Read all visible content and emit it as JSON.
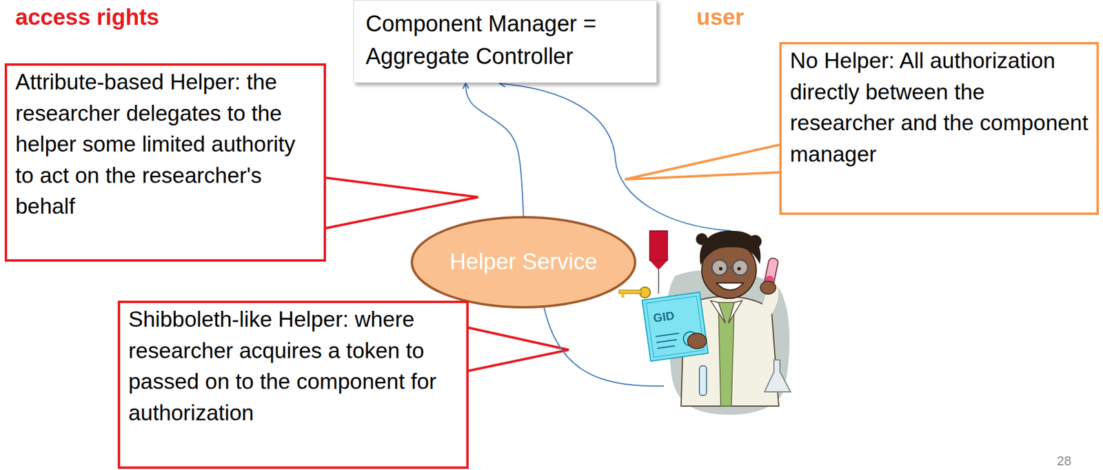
{
  "diagram": {
    "nodes": [
      {
        "text": [
          "Component Manager = Aggregate Controller"
        ]
      },
      {
        "text": [
          "Attribute-based Helper: the researcher delegates to the helper some limited authority to act on the researcher's behalf"
        ]
      },
      {
        "text": [
          "No Helper: All authorization directly between the researcher and the component manager"
        ]
      },
      {
        "text": [
          "Helper Service"
        ]
      },
      {
        "text": [
          "Shibboleth-like Helper: where researcher acquires a token to passed on to the component for authorization"
        ]
      }
    ],
    "edges": [
      {
        "from": 3,
        "to": 0,
        "arrow": "to"
      }
    ],
    "labels": [
      "access rights",
      "user",
      "GID",
      "28"
    ]
  }
}
